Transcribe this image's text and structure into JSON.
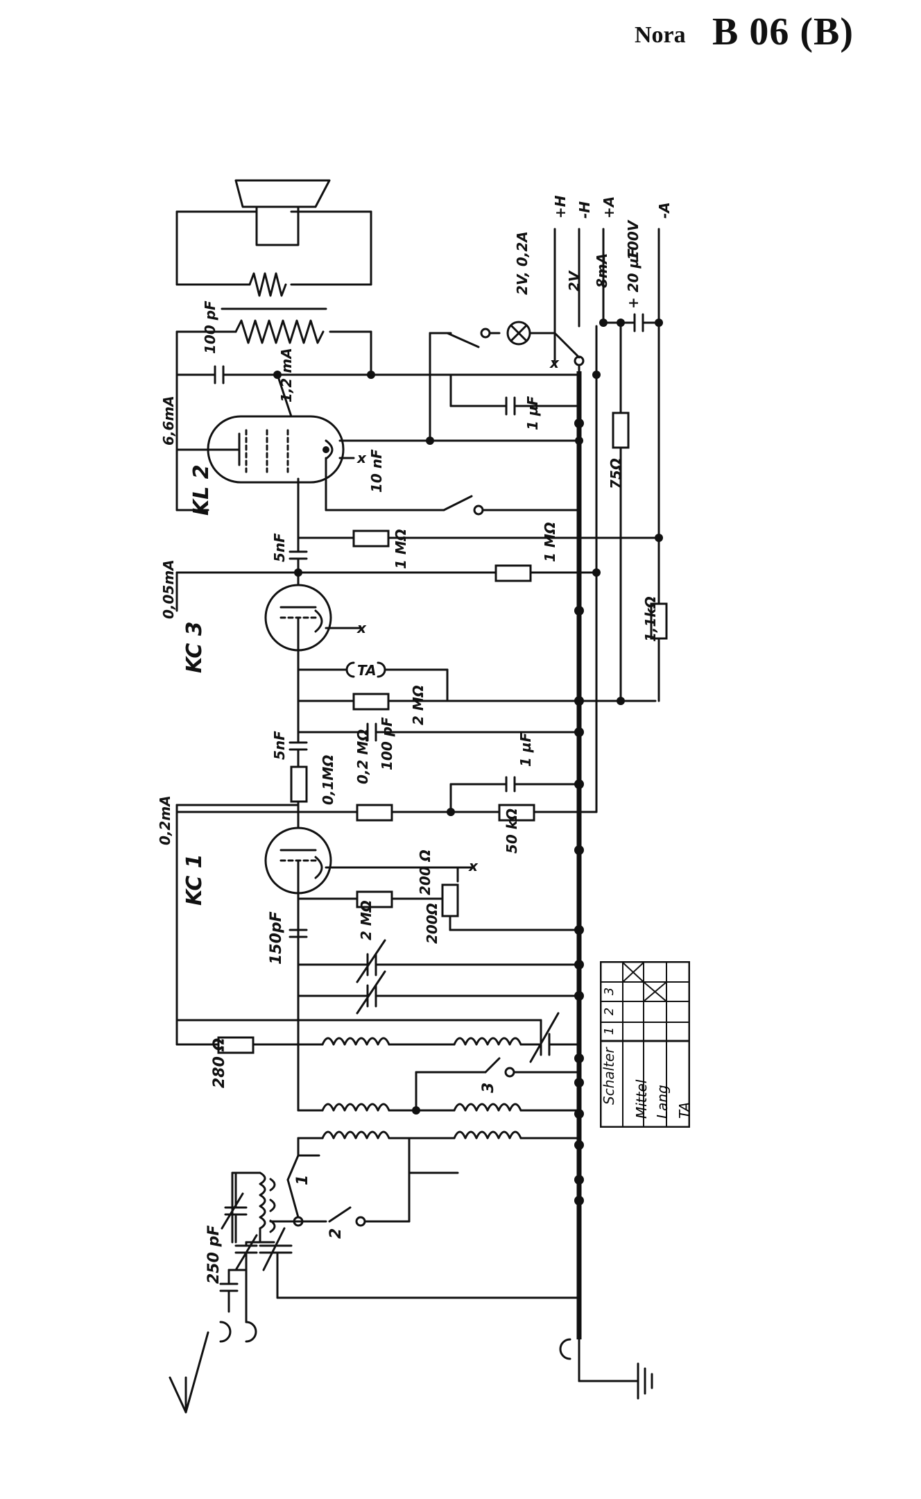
{
  "header": {
    "brand": "Nora",
    "model": "B 06 (B)"
  },
  "tubes": {
    "kl2": "KL 2",
    "kc3": "KC 3",
    "kc1": "KC 1"
  },
  "currents": {
    "kl2_anode": "6,6mA",
    "kl2_screen": "1,2 mA",
    "kc3_anode": "0,05mA",
    "kc1_anode": "0,2mA"
  },
  "supply": {
    "plus_h": "+H",
    "minus_h": "-H",
    "plus_a": "+A",
    "minus_a": "-A",
    "v2": "2V",
    "ma8": "8mA",
    "v100": "100V",
    "lamp": "2V, 0,2A",
    "cap20": "+ 20 µF"
  },
  "components": {
    "c_100pf_out": "100 pF",
    "c_1uf_top": "1 µF",
    "c_10nf": "10 nF",
    "r_1m_a": "1 MΩ",
    "r_1m_b": "1 MΩ",
    "c_5nf_a": "5nF",
    "r_75": "75Ω",
    "r_1k1": "1,1kΩ",
    "ta": "TA",
    "r_2m_kc3": "2 MΩ",
    "c_100pf_kc3": "100 pF",
    "c_5nf_b": "5nF",
    "r_01m": "0,1MΩ",
    "r_02m": "0,2 MΩ",
    "c_1uf_mid": "1 µF",
    "r_50k": "50 kΩ",
    "r_200": "200 Ω",
    "r_200b": "200Ω",
    "r_2m_kc1": "2 MΩ",
    "c_150pf": "150pF",
    "r_280": "280 Ω",
    "c_250pf": "250 pF",
    "x": "x"
  },
  "switches": {
    "s1": "1",
    "s2": "2",
    "s3": "3"
  },
  "switch_table": {
    "header": "Schalter",
    "cols": [
      "1",
      "2",
      "3"
    ],
    "rows": [
      "Mittel",
      "Lang",
      "TA"
    ]
  }
}
